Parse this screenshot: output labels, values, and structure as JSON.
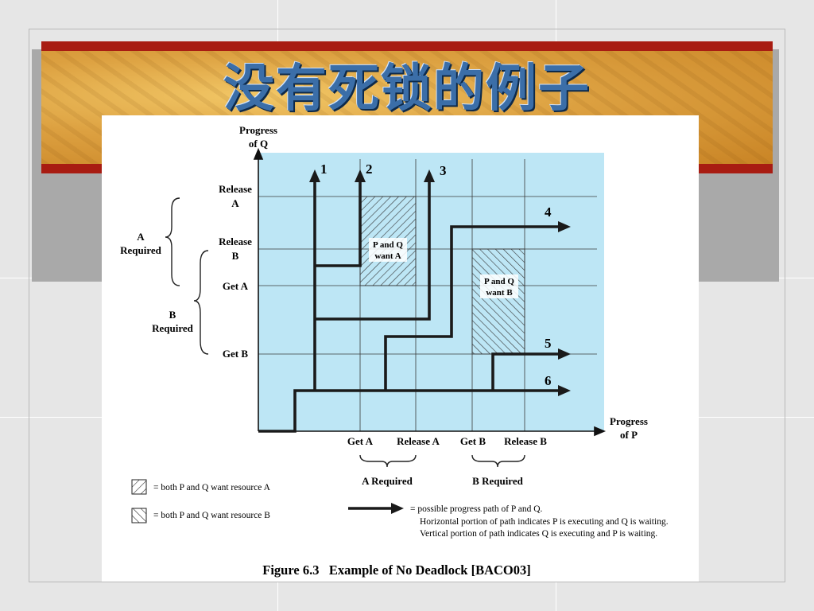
{
  "slide": {
    "title": "没有死锁的例子"
  },
  "diagram": {
    "axis_labels": {
      "y_line1": "Progress",
      "y_line2": "of Q",
      "x_line1": "Progress",
      "x_line2": "of P"
    },
    "y_ticks": [
      {
        "line1": "Release",
        "line2": "A"
      },
      {
        "line1": "Release",
        "line2": "B"
      },
      {
        "line1": "Get A",
        "line2": ""
      },
      {
        "line1": "Get B",
        "line2": ""
      }
    ],
    "x_ticks": [
      "Get A",
      "Release A",
      "Get B",
      "Release B"
    ],
    "left_braces": [
      {
        "line1": "A",
        "line2": "Required"
      },
      {
        "line1": "B",
        "line2": "Required"
      }
    ],
    "bottom_braces": [
      "A Required",
      "B Required"
    ],
    "regions": [
      {
        "line1": "P and Q",
        "line2": "want A"
      },
      {
        "line1": "P and Q",
        "line2": "want B"
      }
    ],
    "paths": [
      "1",
      "2",
      "3",
      "4",
      "5",
      "6"
    ],
    "legend": {
      "hatch_a": "= both P and Q want resource A",
      "hatch_b": "= both P and Q want resource B",
      "arrow_line1": "= possible progress path of P and Q.",
      "arrow_line2": "Horizontal portion of path indicates P is executing and Q is waiting.",
      "arrow_line3": "Vertical portion of path indicates Q is executing and P is waiting."
    },
    "caption": "Figure 6.3   Example of No Deadlock [BACO03]",
    "colors": {
      "plot_background": "#bde6f5",
      "path": "#1a1a1a",
      "banner_border": "#a81c12",
      "title": "#3b6ea8"
    }
  }
}
